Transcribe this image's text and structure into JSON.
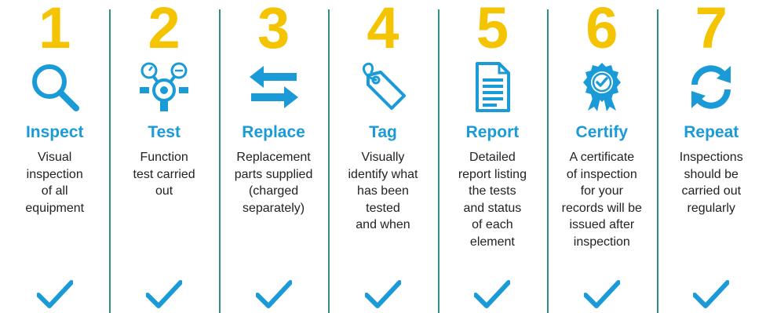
{
  "colors": {
    "number": "#f5c400",
    "accent": "#1a9bd7",
    "divider": "#2f8f86",
    "text": "#222222"
  },
  "steps": [
    {
      "number": "1",
      "title": "Inspect",
      "desc": "Visual\ninspection\nof all\nequipment",
      "icon": "magnifier-icon"
    },
    {
      "number": "2",
      "title": "Test",
      "desc": "Function\ntest carried\nout",
      "icon": "gauge-valve-icon"
    },
    {
      "number": "3",
      "title": "Replace",
      "desc": "Replacement\nparts supplied\n(charged\nseparately)",
      "icon": "swap-arrows-icon"
    },
    {
      "number": "4",
      "title": "Tag",
      "desc": "Visually\nidentify what\nhas been\ntested\nand when",
      "icon": "tag-icon"
    },
    {
      "number": "5",
      "title": "Report",
      "desc": "Detailed\nreport listing\nthe tests\nand status\nof each\nelement",
      "icon": "document-icon"
    },
    {
      "number": "6",
      "title": "Certify",
      "desc": "A certificate\nof inspection\nfor your\nrecords will be\nissued after\ninspection",
      "icon": "certificate-badge-icon"
    },
    {
      "number": "7",
      "title": "Repeat",
      "desc": "Inspections\nshould be\ncarried out\nregularly",
      "icon": "repeat-cycle-icon"
    }
  ]
}
